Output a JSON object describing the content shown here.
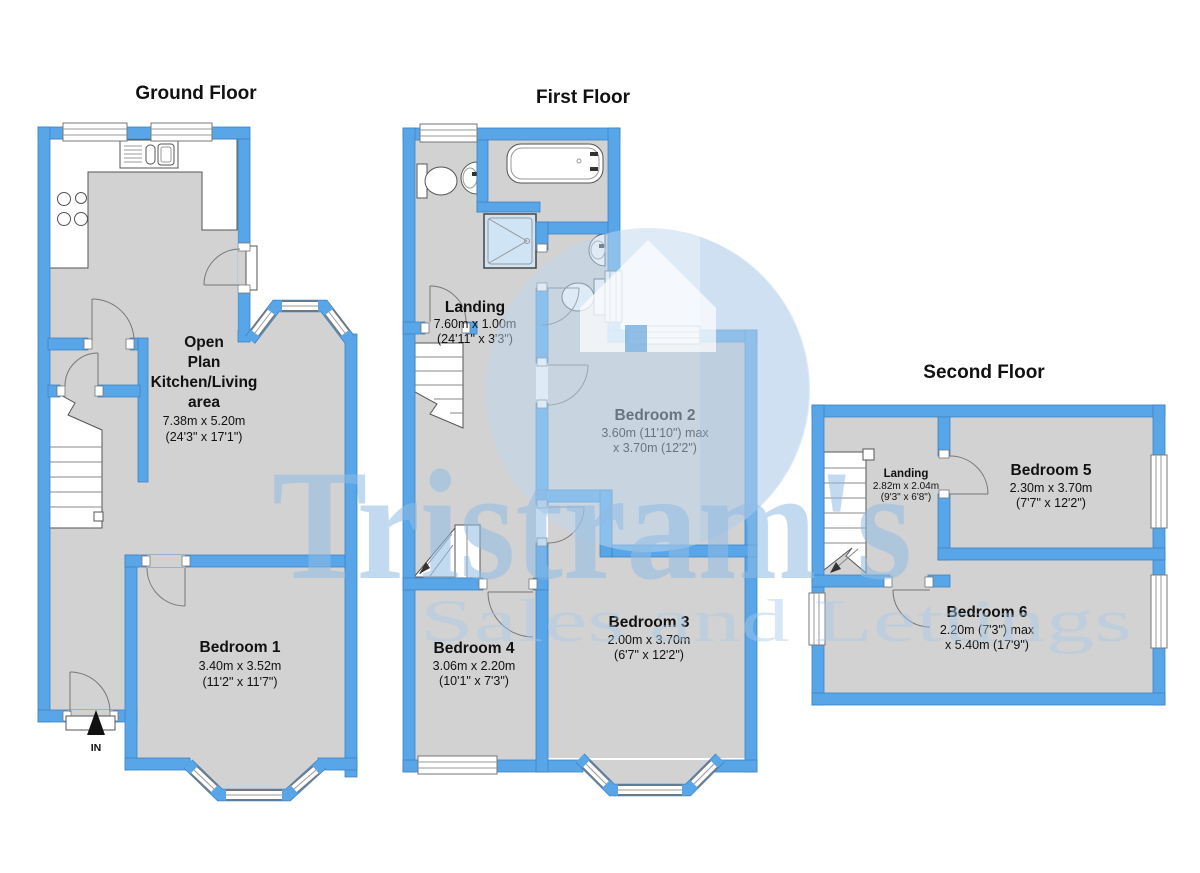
{
  "watermark": {
    "brand": "Tristram's",
    "tagline": "Sales and Lettings"
  },
  "colors": {
    "wall": "#58a6e8",
    "floor": "#d2d2d2",
    "shower": "#cfe4f5",
    "watermark_text": "#aecfe9"
  },
  "floors": [
    {
      "id": "ground",
      "title": "Ground Floor",
      "entrance_label": "IN",
      "rooms": [
        {
          "name": "Open Plan Kitchen/Living area",
          "name_lines": [
            "Open",
            "Plan",
            "Kitchen/Living",
            "area"
          ],
          "dims1": "7.38m x 5.20m",
          "dims2": "(24'3\" x 17'1\")"
        },
        {
          "name": "Bedroom 1",
          "dims1": "3.40m x 3.52m",
          "dims2": "(11'2\" x 11'7\")"
        }
      ]
    },
    {
      "id": "first",
      "title": "First Floor",
      "rooms": [
        {
          "name": "Landing",
          "dims1": "7.60m x 1.00m",
          "dims2": "(24'11\" x 3'3\")"
        },
        {
          "name": "Bedroom 2",
          "dims1": "3.60m (11'10\") max",
          "dims2": "x 3.70m (12'2\")"
        },
        {
          "name": "Bedroom 3",
          "dims1": "2.00m x 3.70m",
          "dims2": "(6'7\" x 12'2\")"
        },
        {
          "name": "Bedroom 4",
          "dims1": "3.06m x 2.20m",
          "dims2": "(10'1\" x 7'3\")"
        }
      ]
    },
    {
      "id": "second",
      "title": "Second Floor",
      "rooms": [
        {
          "name": "Landing",
          "dims1": "2.82m x 2.04m",
          "dims2": "(9'3\" x 6'8\")"
        },
        {
          "name": "Bedroom 5",
          "dims1": "2.30m x 3.70m",
          "dims2": "(7'7\" x 12'2\")"
        },
        {
          "name": "Bedroom 6",
          "dims1": "2.20m (7'3\") max",
          "dims2": "x 5.40m (17'9\")"
        }
      ]
    }
  ]
}
